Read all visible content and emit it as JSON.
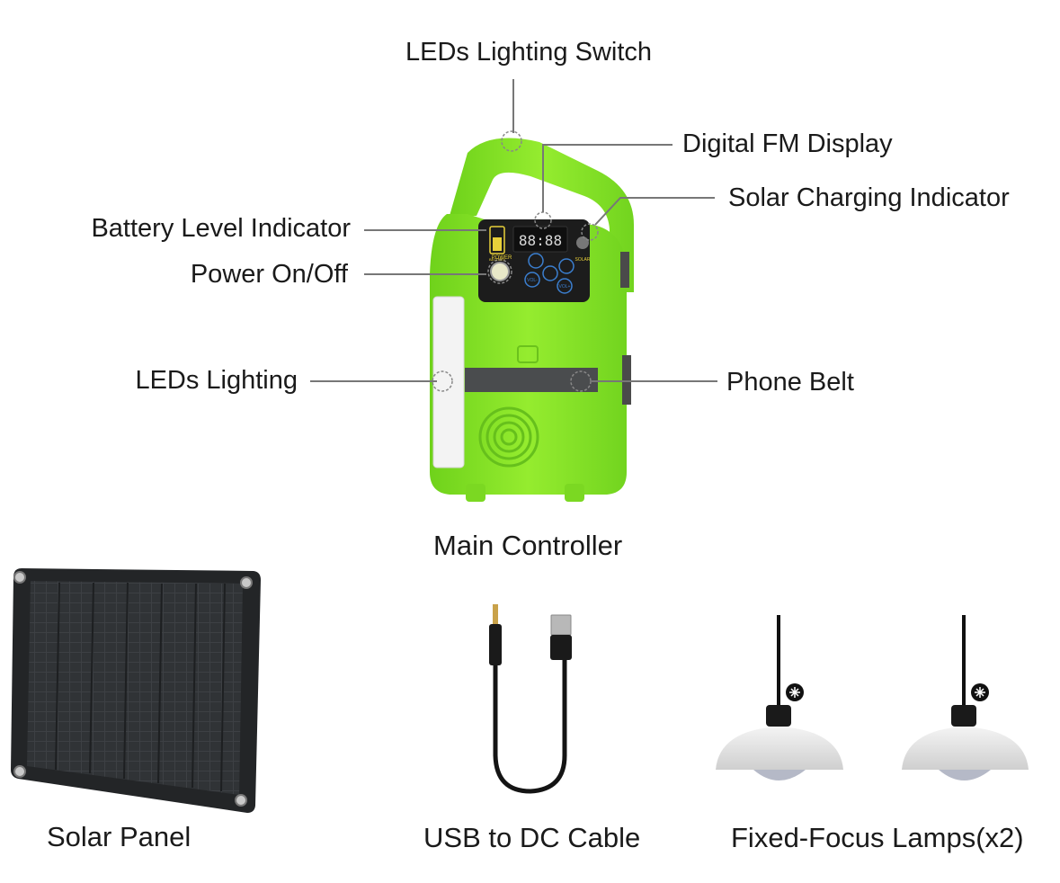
{
  "callouts": {
    "leds_switch": "LEDs Lighting Switch",
    "fm_display": "Digital FM Display",
    "solar_indicator": "Solar Charging Indicator",
    "battery_indicator": "Battery Level Indicator",
    "power": "Power On/Off",
    "leds_lighting": "LEDs Lighting",
    "phone_belt": "Phone Belt"
  },
  "device_panel": {
    "display_digits": "88:88",
    "power_label": "POWER",
    "battery_label": "BATTERY",
    "solar_label": "SOLAR",
    "vol_minus": "VOL-",
    "vol_plus": "VOL+"
  },
  "captions": {
    "main_controller": "Main Controller",
    "solar_panel": "Solar Panel",
    "cable": "USB to DC Cable",
    "lamps": "Fixed-Focus Lamps(x2)"
  },
  "colors": {
    "device_green": "#8ee82a",
    "panel_black": "#1c1c1c",
    "leader_line": "#777777",
    "solar_panel": "#2d3033"
  }
}
